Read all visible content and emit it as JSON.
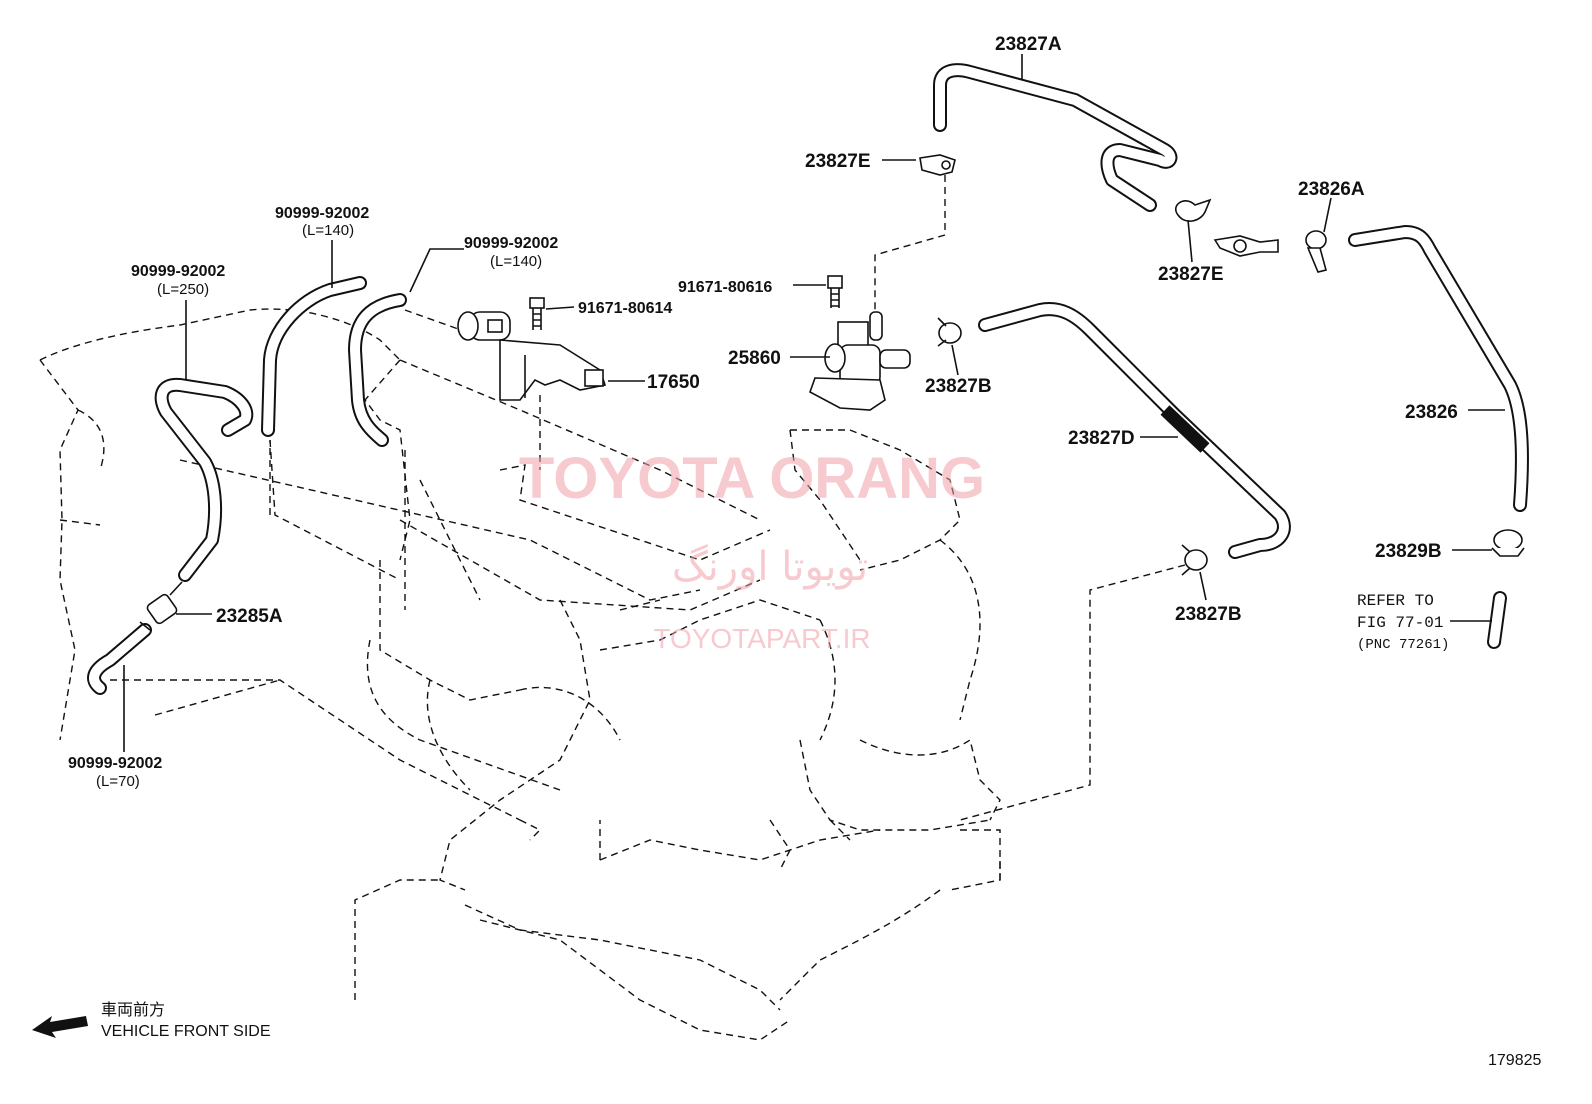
{
  "watermark": {
    "title": "TOYOTA ORANG",
    "farsi": "تویوتا اورنگ",
    "site": "TOYOTAPART.IR"
  },
  "labels": {
    "p23827A": "23827A",
    "p23827E_top": "23827E",
    "p23826A": "23826A",
    "p23827E_mid": "23827E",
    "p91671_80616": "91671-80616",
    "p91671_80614": "91671-80614",
    "p25860": "25860",
    "p23827B_upper": "23827B",
    "p17650": "17650",
    "p23826": "23826",
    "p23827D": "23827D",
    "p23829B": "23829B",
    "p23827B_lower": "23827B",
    "p23285A": "23285A",
    "hose_140_a": "90999-92002",
    "hose_140_a_len": "(L=140)",
    "hose_140_b": "90999-92002",
    "hose_140_b_len": "(L=140)",
    "hose_250": "90999-92002",
    "hose_250_len": "(L=250)",
    "hose_70": "90999-92002",
    "hose_70_len": "(L=70)"
  },
  "refer": {
    "line1": "REFER TO",
    "line2": "FIG 77-01",
    "line3": "(PNC 77261)"
  },
  "front": {
    "jp": "車両前方",
    "en": "VEHICLE FRONT SIDE"
  },
  "figure_id": "179825",
  "colors": {
    "ink": "#111111",
    "watermark": "#f0a0a8"
  }
}
